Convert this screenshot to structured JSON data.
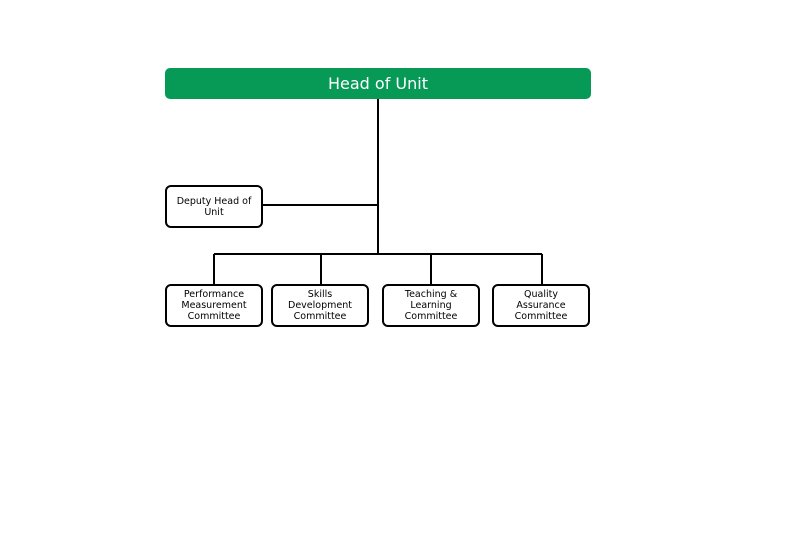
{
  "colors": {
    "head_fill": "#079A57",
    "box_border": "#000000",
    "connector": "#000000"
  },
  "head": {
    "label": "Head of Unit"
  },
  "deputy": {
    "label": "Deputy Head of Unit"
  },
  "committees": [
    {
      "label": "Performance Measurement Committee"
    },
    {
      "label": "Skills Development Committee"
    },
    {
      "label": "Teaching & Learning Committee"
    },
    {
      "label": "Quality Assurance Committee"
    }
  ]
}
